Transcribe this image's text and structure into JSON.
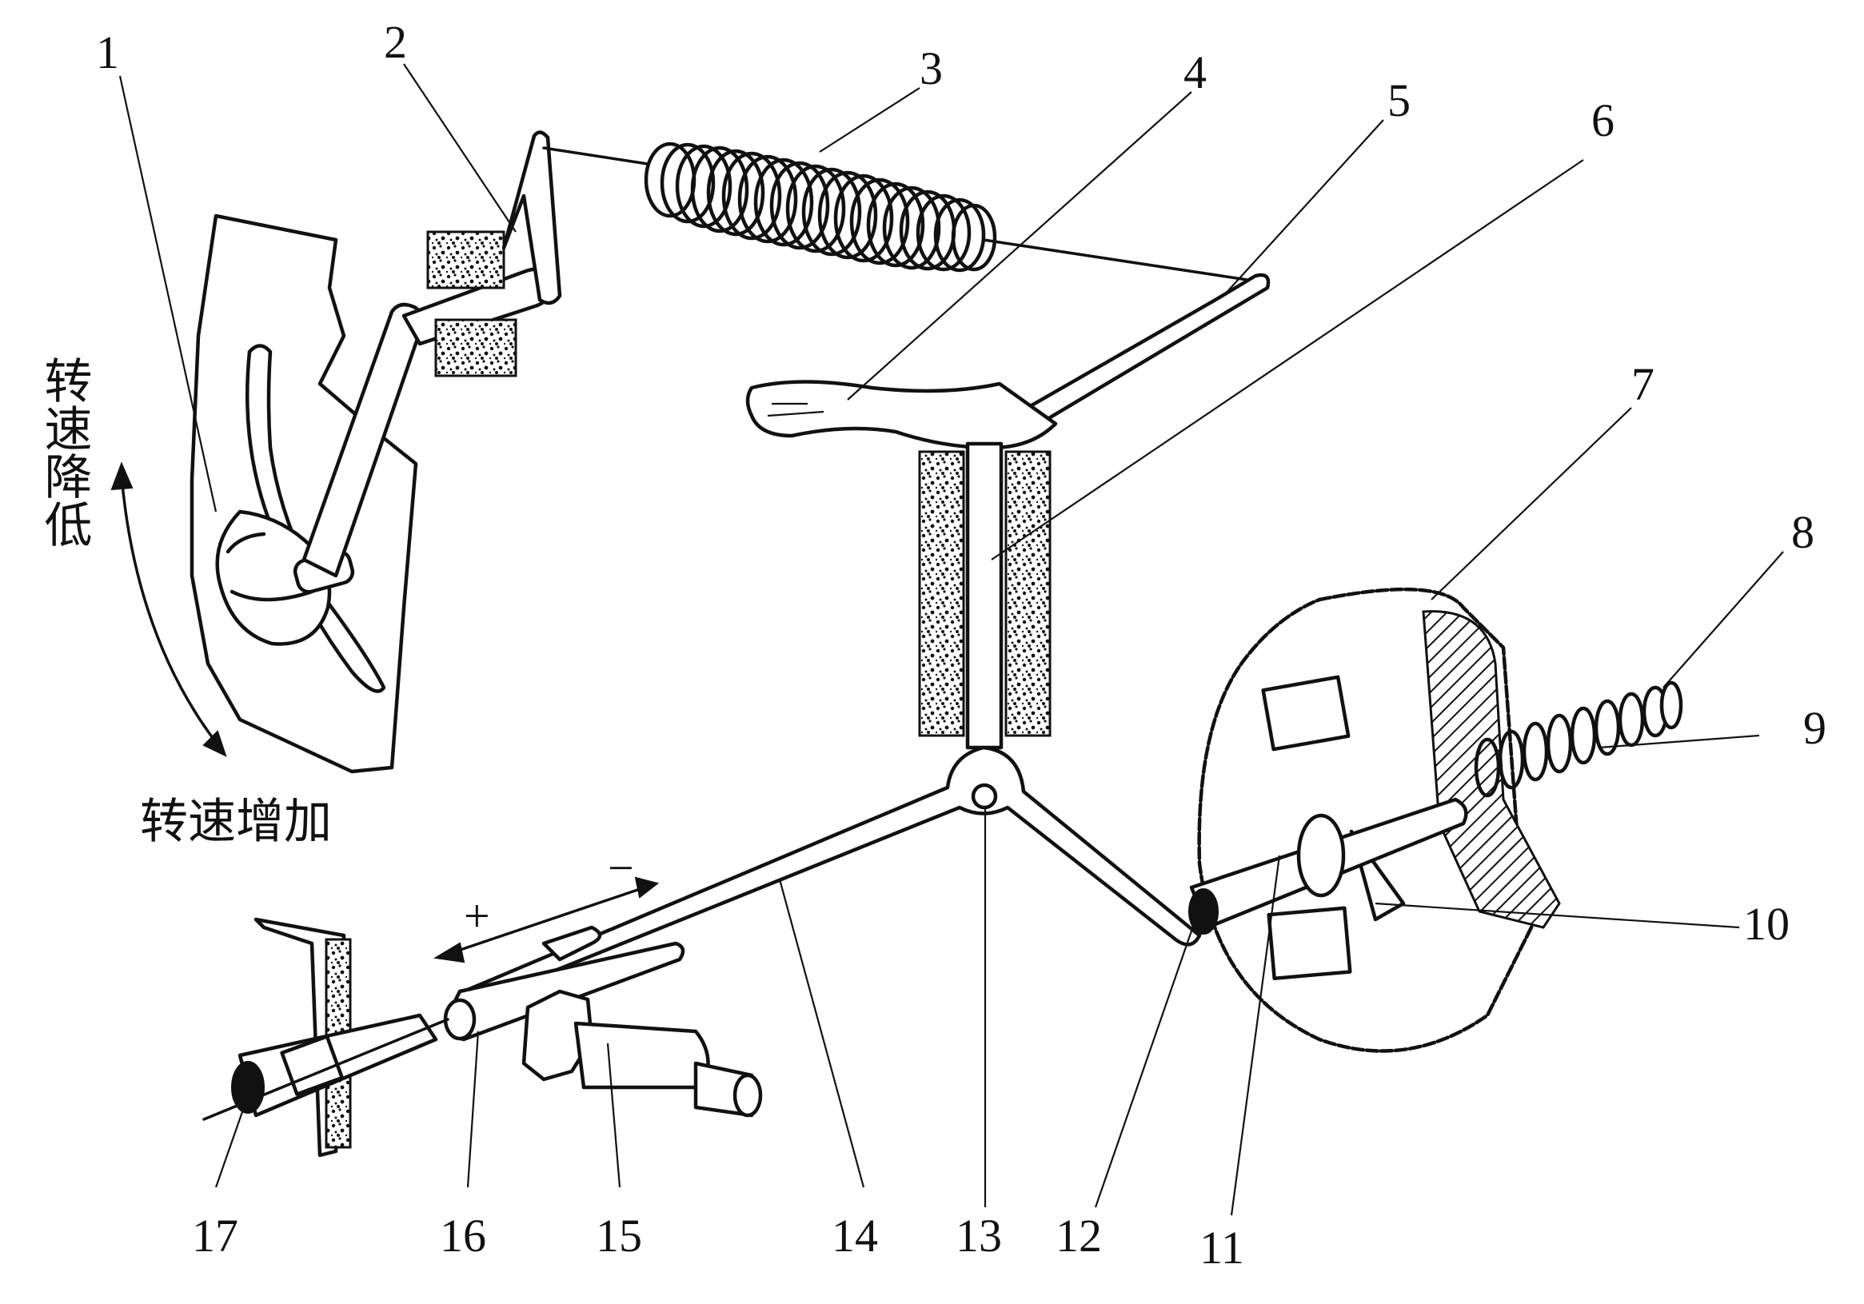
{
  "diagram": {
    "labels": [
      {
        "id": "l1",
        "text": "1"
      },
      {
        "id": "l2",
        "text": "2"
      },
      {
        "id": "l3",
        "text": "3"
      },
      {
        "id": "l4",
        "text": "4"
      },
      {
        "id": "l5",
        "text": "5"
      },
      {
        "id": "l6",
        "text": "6"
      },
      {
        "id": "l7",
        "text": "7"
      },
      {
        "id": "l8",
        "text": "8"
      },
      {
        "id": "l9",
        "text": "9"
      },
      {
        "id": "l10",
        "text": "10"
      },
      {
        "id": "l11",
        "text": "11"
      },
      {
        "id": "l12",
        "text": "12"
      },
      {
        "id": "l13",
        "text": "13"
      },
      {
        "id": "l14",
        "text": "14"
      },
      {
        "id": "l15",
        "text": "15"
      },
      {
        "id": "l16",
        "text": "16"
      },
      {
        "id": "l17",
        "text": "17"
      }
    ],
    "speed_decrease": "转速降低",
    "speed_increase": "转速增加",
    "plus_sign": "+",
    "minus_sign": "−"
  }
}
